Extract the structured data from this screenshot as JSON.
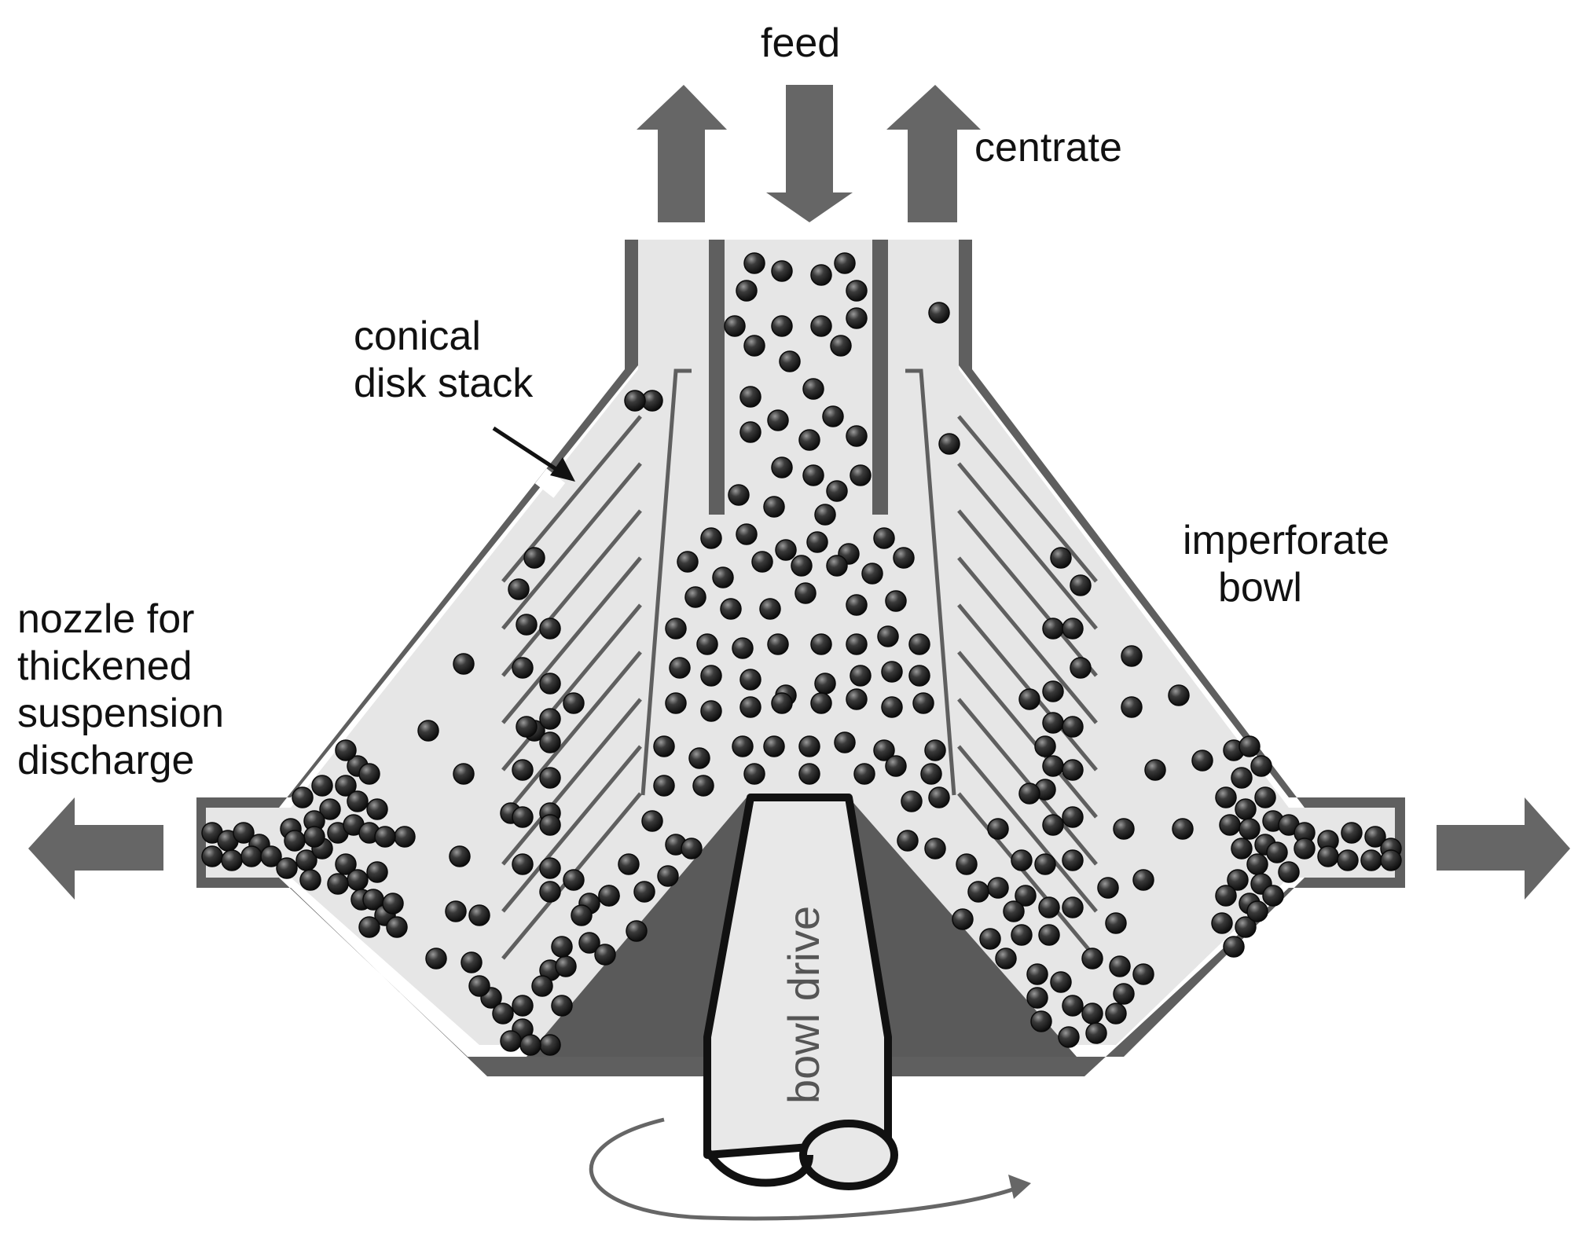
{
  "labels": {
    "feed": "feed",
    "centrate": "centrate",
    "disk_stack": [
      "conical",
      "disk stack"
    ],
    "bowl": [
      "imperforate",
      "bowl"
    ],
    "nozzle": [
      "nozzle for",
      "thickened",
      "suspension",
      "discharge"
    ],
    "drive": "bowl drive"
  },
  "colors": {
    "wall": "#5f5f5f",
    "fluid": "#e6e6e6",
    "particle": "#1f1f1f",
    "drive_outline": "#111111",
    "dark_core": "#5a5a5a"
  }
}
